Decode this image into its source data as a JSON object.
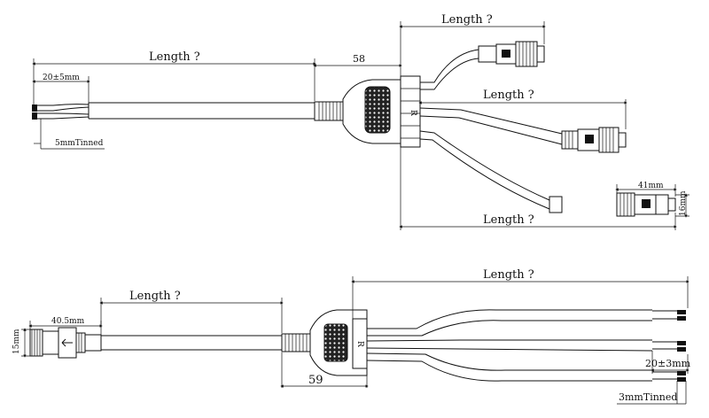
{
  "top": {
    "main_length": "Length ?",
    "branch_top_length": "Length ?",
    "branch_mid_length": "Length ?",
    "branch_bottom_length": "Length ?",
    "dim_58": "58",
    "strip": "20±5mm",
    "tinned": "5mmTinned",
    "conn_width": "41mm",
    "conn_height": "16mm"
  },
  "bottom": {
    "main_length": "Length ?",
    "branch_length": "Length ?",
    "conn_length": "40.5mm",
    "conn_height": "15mm",
    "dim_59": "59",
    "strip": "20±3mm",
    "tinned": "3mmTinned"
  }
}
